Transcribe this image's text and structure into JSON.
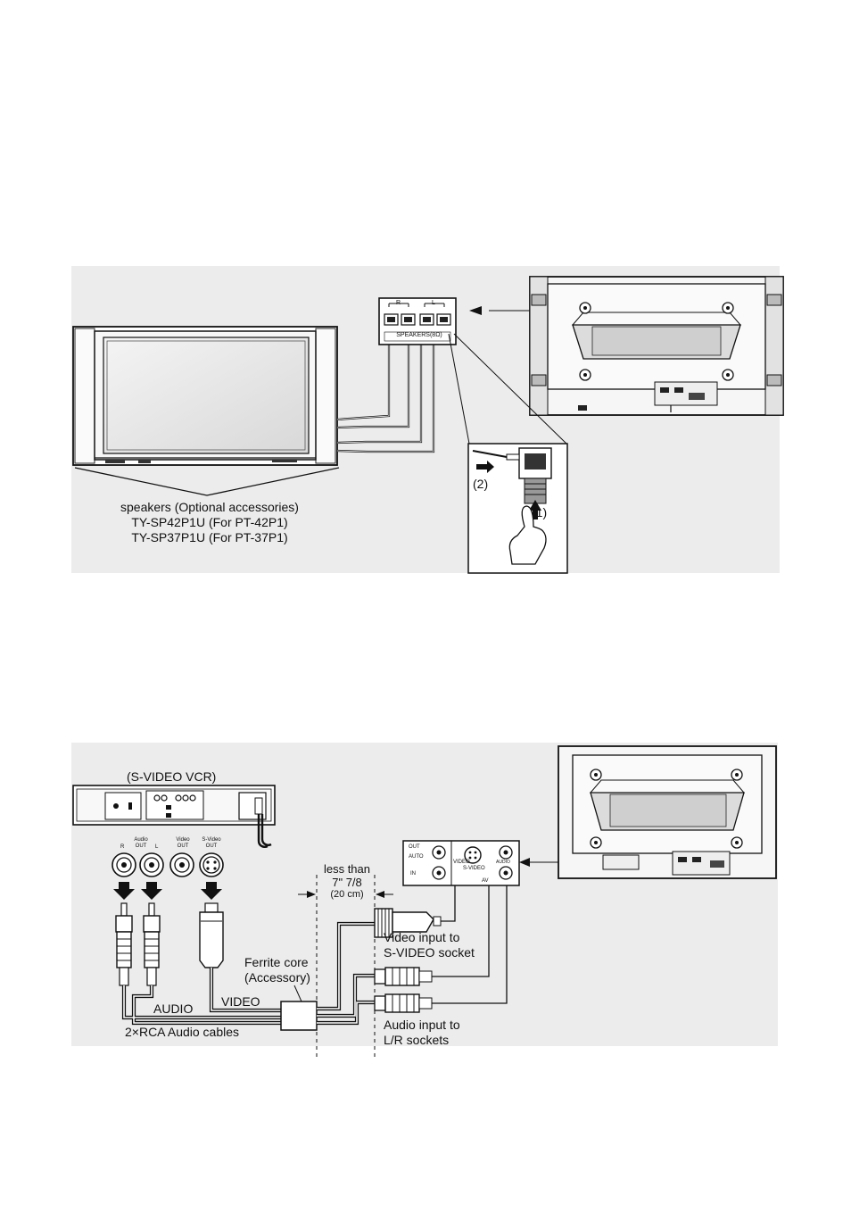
{
  "speaker_section": {
    "terminal_label": "SPEAKERS(8Ω)",
    "terminal_r": "R",
    "terminal_l": "L",
    "step_1": "(1)",
    "step_2": "(2)",
    "caption": {
      "line1": "speakers (Optional accessories)",
      "line2": "TY-SP42P1U (For PT-42P1)",
      "line3": "TY-SP37P1U (For PT-37P1)"
    }
  },
  "vcr_section": {
    "vcr_title": "(S-VIDEO VCR)",
    "port_r": "R",
    "port_audio_out": "Audio OUT",
    "port_l": "L",
    "port_video_out": "Video OUT",
    "port_svideo_out": "S-Video OUT",
    "distance_line1": "less than",
    "distance_line2": "7\" 7/8",
    "distance_line3": "(20 cm)",
    "ferrite_line1": "Ferrite core",
    "ferrite_line2": "(Accessory)",
    "audio_label": "AUDIO",
    "video_label": "VIDEO",
    "rca_cables": "2×RCA Audio cables",
    "video_input_line1": "Video input to",
    "video_input_line2": "S-VIDEO socket",
    "audio_input_line1": "Audio input to",
    "audio_input_line2": "L/R sockets",
    "panel_out": "OUT",
    "panel_auto": "AUTO",
    "panel_in": "IN",
    "panel_video": "VIDEO",
    "panel_svideo": "S-VIDEO",
    "panel_audio": "AUDIO",
    "panel_av": "AV"
  }
}
